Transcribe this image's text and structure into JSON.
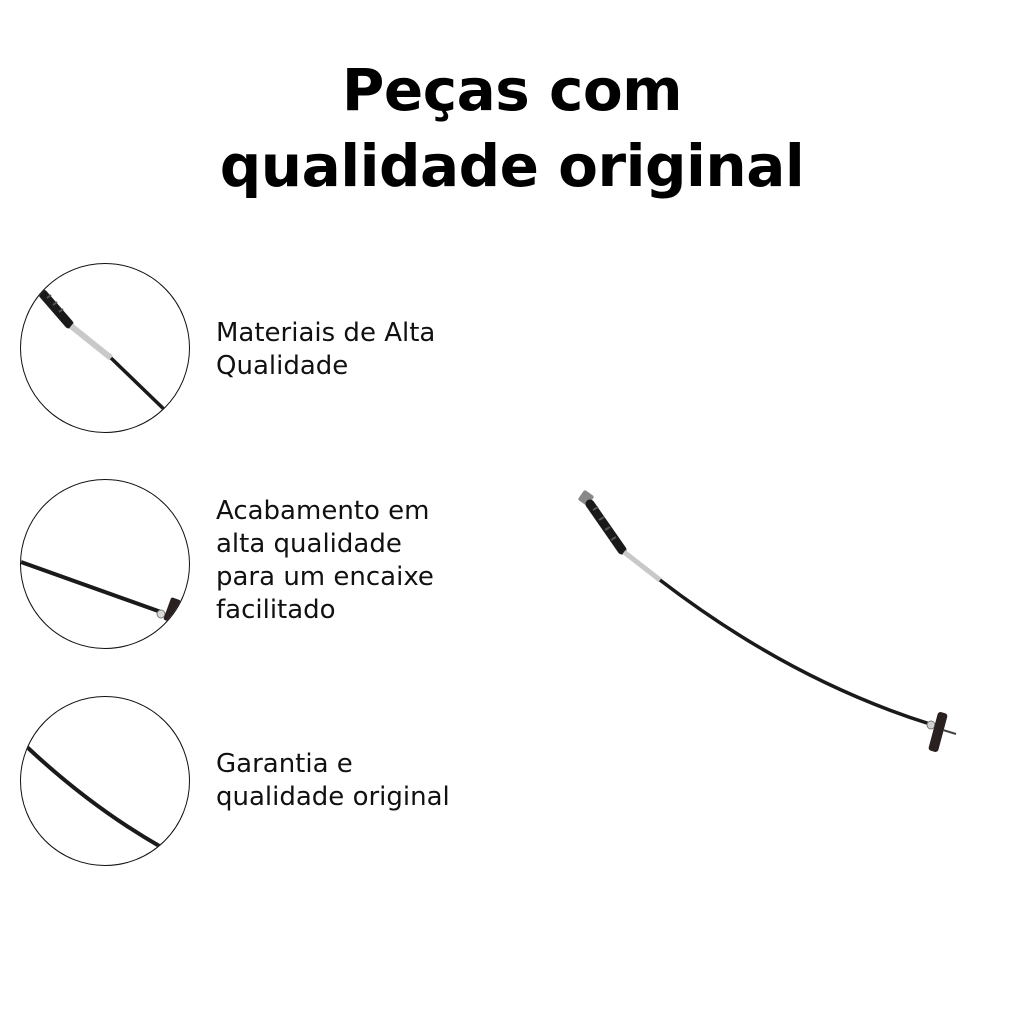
{
  "title": {
    "line1": "Peças com",
    "line2": "qualidade original"
  },
  "features": [
    {
      "lines": [
        "Materiais de Alta",
        "Qualidade"
      ],
      "icon": "cable-end-closeup-icon"
    },
    {
      "lines": [
        "Acabamento em",
        "alta qualidade",
        "para um encaixe",
        "facilitado"
      ],
      "icon": "cable-fitting-closeup-icon"
    },
    {
      "lines": [
        "Garantia e",
        "qualidade original"
      ],
      "icon": "cable-wire-closeup-icon"
    }
  ],
  "product": {
    "name": "clutch-cable-image",
    "colors": {
      "cable": "#1a1a1a",
      "sleeve": "#c8c8c8"
    }
  }
}
